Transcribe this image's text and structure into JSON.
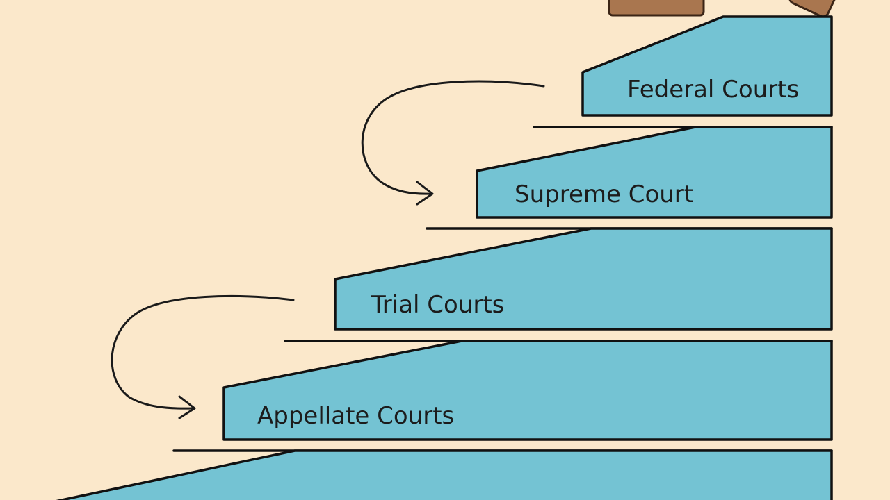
{
  "steps": [
    {
      "label": "Federal Courts"
    },
    {
      "label": "Supreme Court"
    },
    {
      "label": "Trial Courts"
    },
    {
      "label": "Appellate Courts"
    }
  ],
  "colors": {
    "background": "#fbe8cb",
    "step_fill": "#74c3d3",
    "outline": "#111111",
    "gavel": "#a9764f"
  },
  "icons": [
    "gavel-icon",
    "curved-arrow-icon"
  ]
}
